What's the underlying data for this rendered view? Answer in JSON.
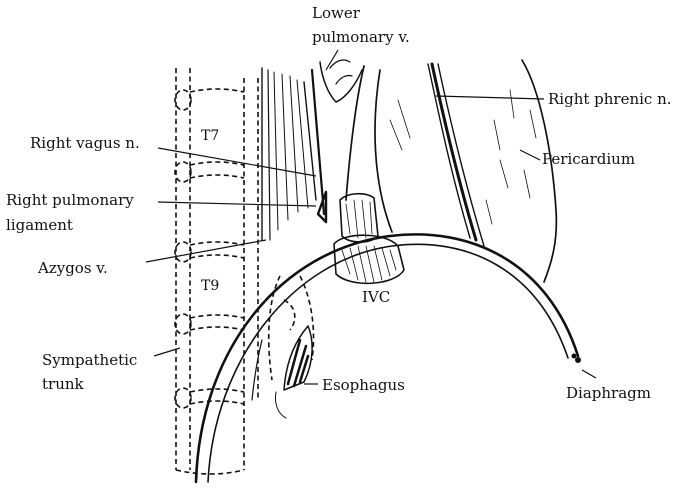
{
  "figure": {
    "vertebra_labels": {
      "t7": "T7",
      "t9": "T9"
    },
    "labels": {
      "lower_pulmonary_line1": "Lower",
      "lower_pulmonary_line2": "pulmonary v.",
      "right_phrenic": "Right phrenic n.",
      "pericardium": "Pericardium",
      "right_vagus": "Right vagus n.",
      "right_pulmonary_line1": "Right pulmonary",
      "right_pulmonary_line2": "ligament",
      "azygos": "Azygos v.",
      "ivc": "IVC",
      "sympathetic_line1": "Sympathetic",
      "sympathetic_line2": "trunk",
      "esophagus": "Esophagus",
      "diaphragm": "Diaphragm"
    }
  }
}
